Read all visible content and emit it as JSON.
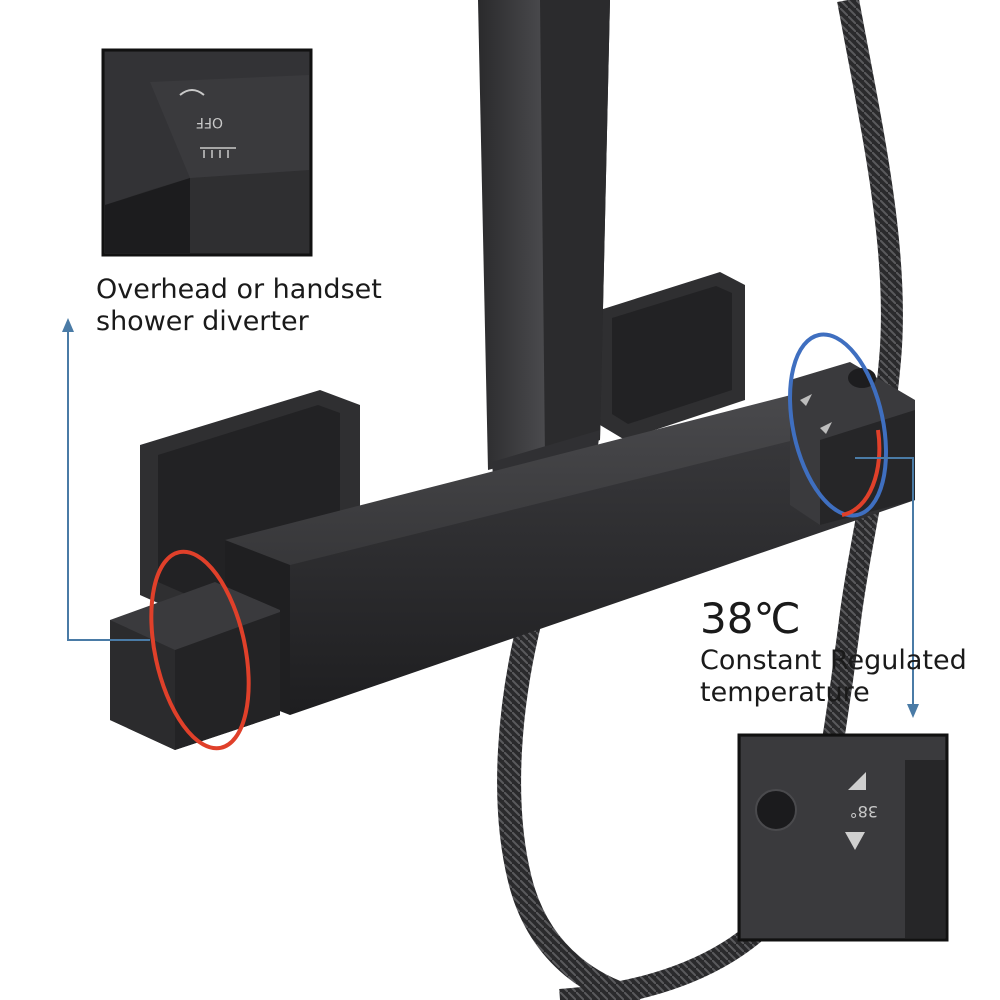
{
  "captions": {
    "diverter_line1": "Overhead or handset",
    "diverter_line2": "shower diverter",
    "temperature_value": "38℃",
    "temperature_line1": "Constant Regulated",
    "temperature_line2": "temperature"
  },
  "markings": {
    "diverter_off": "OFF",
    "temperature_setting": "38°"
  },
  "colors": {
    "metal": "#3b3b3e",
    "metal_dark": "#222224",
    "highlight_red": "#e0402a",
    "highlight_blue": "#3f6fc0",
    "leader_line": "#4a7ba6"
  },
  "icons": [
    "overhead-shower-icon",
    "handset-icon",
    "increase-arrow-icon",
    "decrease-arrow-icon"
  ]
}
